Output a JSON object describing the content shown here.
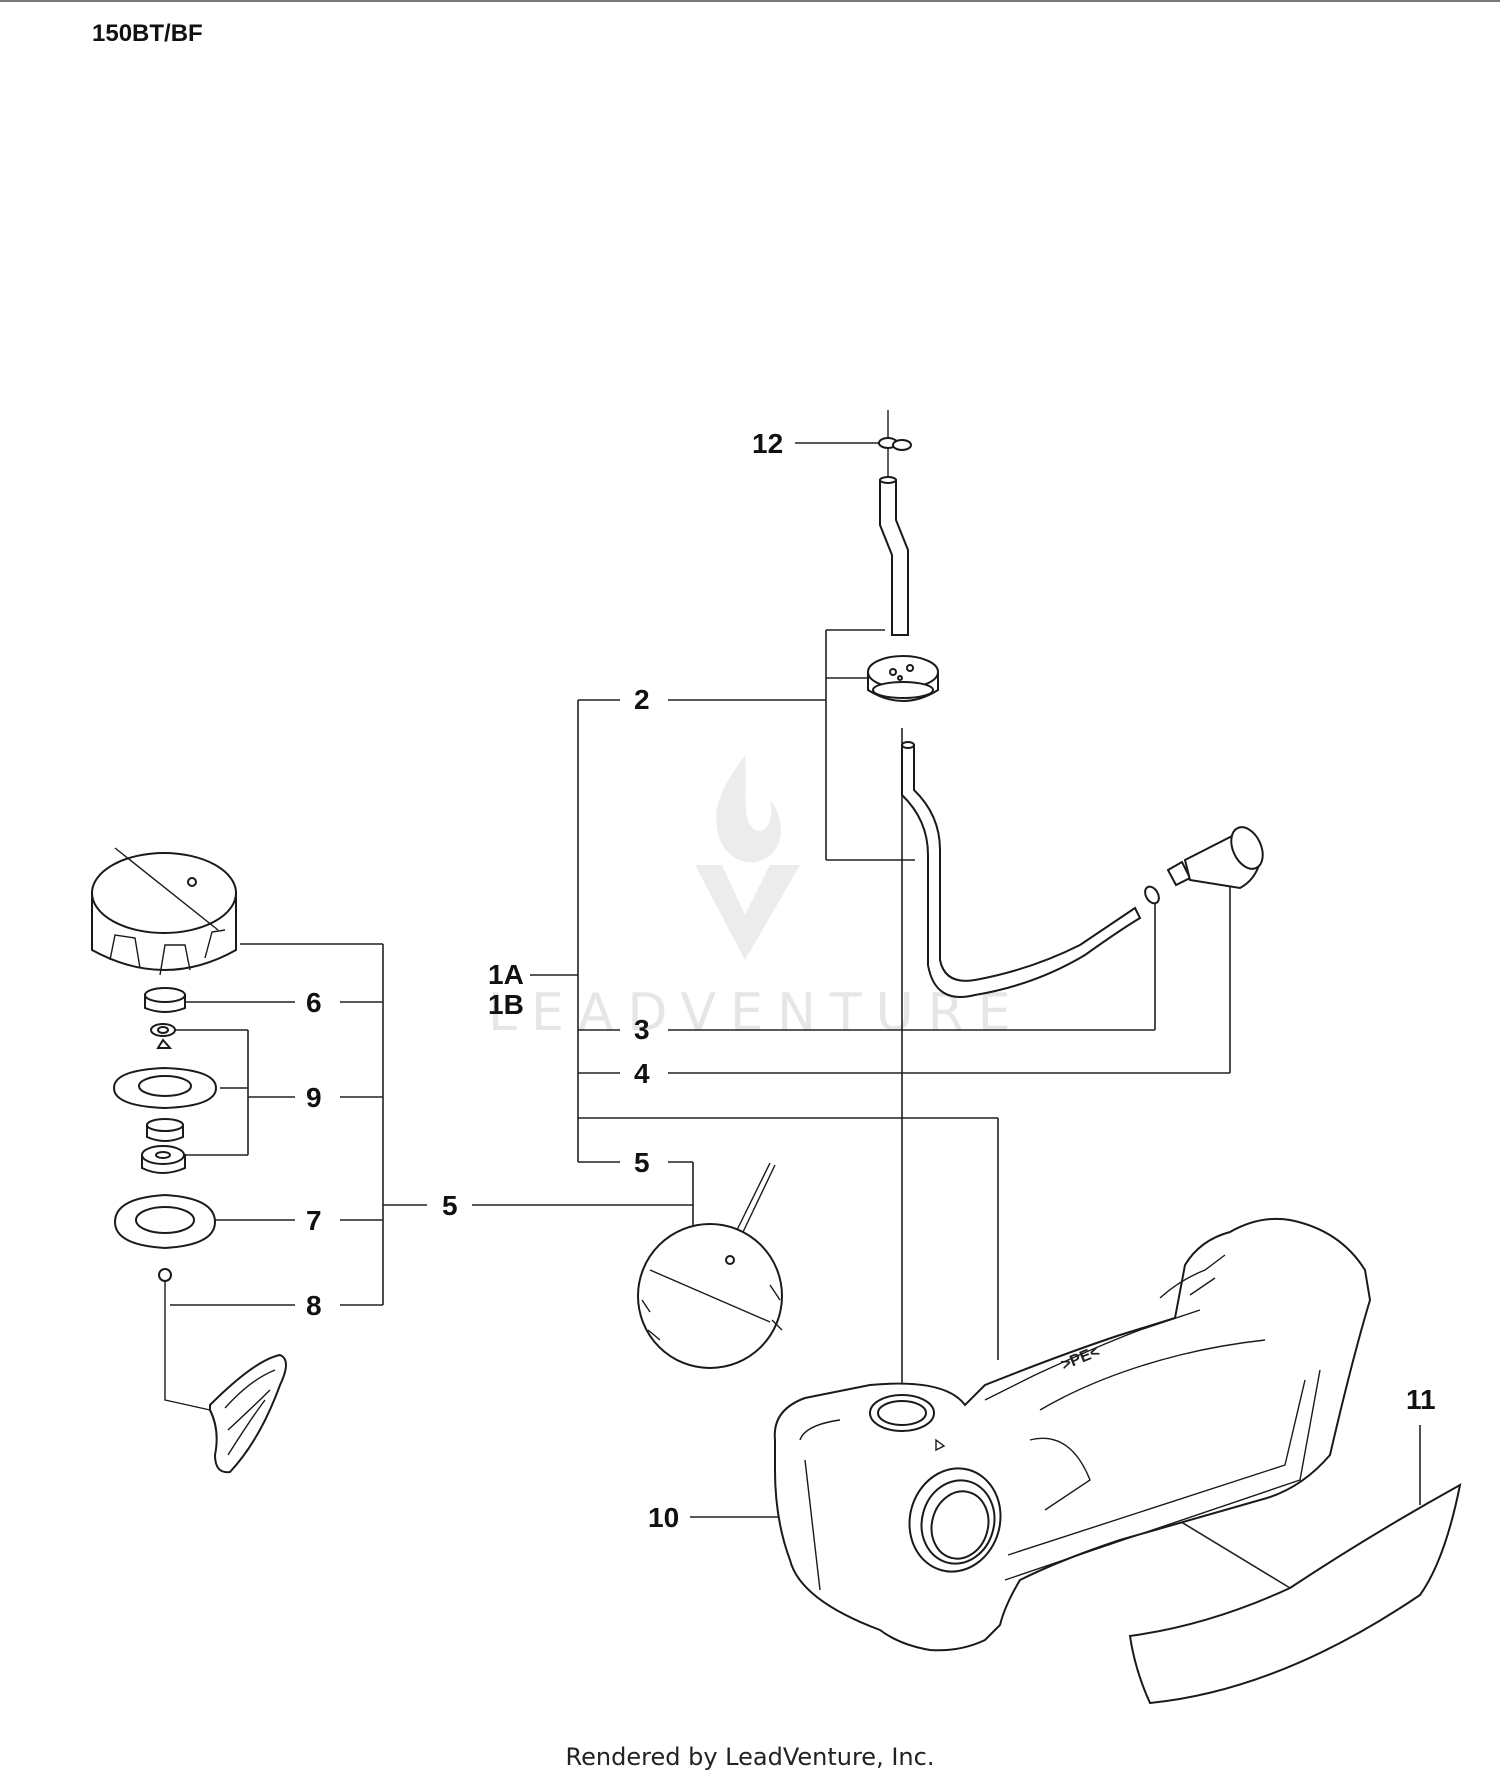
{
  "model": "150BT/BF",
  "watermark": "LEADVENTURE",
  "footer": "Rendered by LeadVenture, Inc.",
  "callouts": {
    "c12": "12",
    "c2": "2",
    "c1a": "1A",
    "c1b": "1B",
    "c3": "3",
    "c4": "4",
    "c5a": "5",
    "c5b": "5",
    "c6": "6",
    "c9": "9",
    "c7": "7",
    "c8": "8",
    "c10": "10",
    "c11": "11"
  },
  "tank_mark": ">PE<"
}
